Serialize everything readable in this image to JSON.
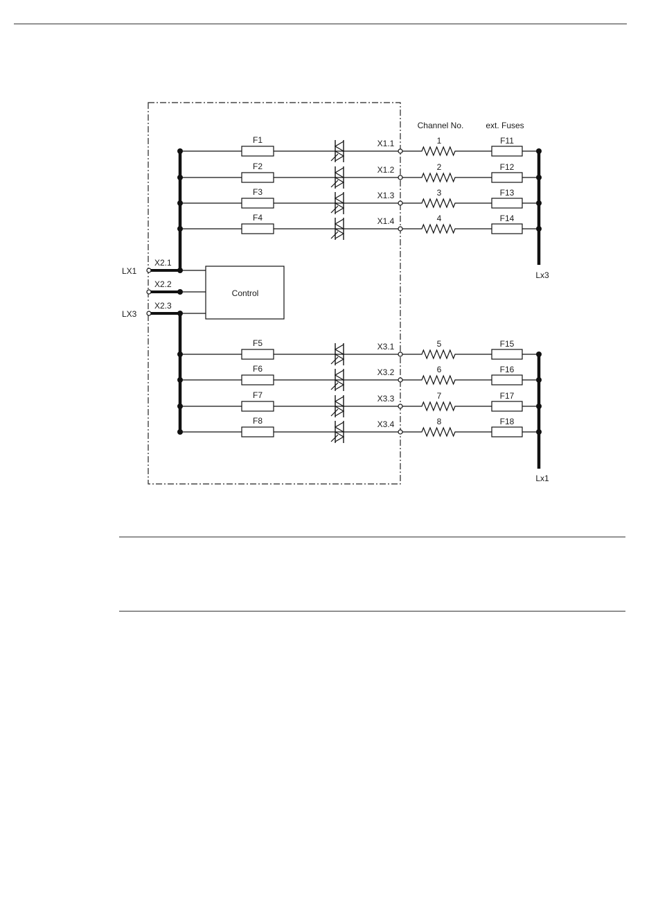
{
  "diagram": {
    "headers": {
      "channel": "Channel No.",
      "fuses": "ext. Fuses"
    },
    "control_label": "Control",
    "inputs": [
      {
        "terminal": "X2.1",
        "line": "LX1"
      },
      {
        "terminal": "X2.2",
        "line": ""
      },
      {
        "terminal": "X2.3",
        "line": "LX3"
      }
    ],
    "bus_labels": {
      "top": "Lx3",
      "bottom": "Lx1"
    },
    "channels": [
      {
        "fuse": "F1",
        "terminal": "X1.1",
        "channel": "1",
        "ext_fuse": "F11"
      },
      {
        "fuse": "F2",
        "terminal": "X1.2",
        "channel": "2",
        "ext_fuse": "F12"
      },
      {
        "fuse": "F3",
        "terminal": "X1.3",
        "channel": "3",
        "ext_fuse": "F13"
      },
      {
        "fuse": "F4",
        "terminal": "X1.4",
        "channel": "4",
        "ext_fuse": "F14"
      },
      {
        "fuse": "F5",
        "terminal": "X3.1",
        "channel": "5",
        "ext_fuse": "F15"
      },
      {
        "fuse": "F6",
        "terminal": "X3.2",
        "channel": "6",
        "ext_fuse": "F16"
      },
      {
        "fuse": "F7",
        "terminal": "X3.3",
        "channel": "7",
        "ext_fuse": "F17"
      },
      {
        "fuse": "F8",
        "terminal": "X3.4",
        "channel": "8",
        "ext_fuse": "F18"
      }
    ]
  }
}
